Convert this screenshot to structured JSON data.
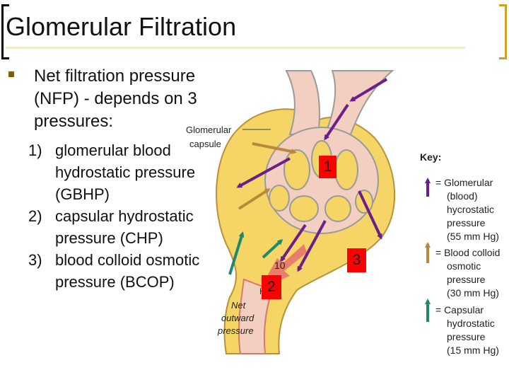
{
  "slide": {
    "title": "Glomerular Filtration",
    "intro": "Net filtration pressure (NFP) - depends on 3 pressures:",
    "items": [
      {
        "number": "1)",
        "text": "glomerular blood hydrostatic pressure (GBHP)"
      },
      {
        "number": "2)",
        "text": "capsular hydrostatic pressure (CHP)"
      },
      {
        "number": "3)",
        "text": "blood colloid osmotic pressure (BCOP)"
      }
    ]
  },
  "diagram": {
    "capsule_label_line1": "Glomerular",
    "capsule_label_line2": "capsule",
    "value_10": "10",
    "partial_char": "H",
    "net_outward_line1": "Net",
    "net_outward_line2": "outward",
    "net_outward_line3": "pressure",
    "badges": {
      "one": "1",
      "two": "2",
      "three": "3"
    },
    "colors": {
      "glomerular_arrow": "#6b1f8a",
      "colloid_arrow": "#b8893a",
      "capsular_arrow": "#1f8a6b",
      "capsule_fill": "#f4d565",
      "capillary_fill": "#f2cfc0",
      "badge_fill": "#ff0000"
    }
  },
  "key": {
    "title": "Key:",
    "glomerular": [
      "= Glomerular",
      "(blood)",
      "hycrostatic",
      "pressure",
      "(55 mm Hg)"
    ],
    "colloid": [
      "= Blood colloid",
      "osmotic",
      "pressure",
      "(30 mm Hg)"
    ],
    "capsular": [
      "= Capsular",
      "hydrostatic",
      "pressure",
      "(15 mm Hg)"
    ]
  }
}
